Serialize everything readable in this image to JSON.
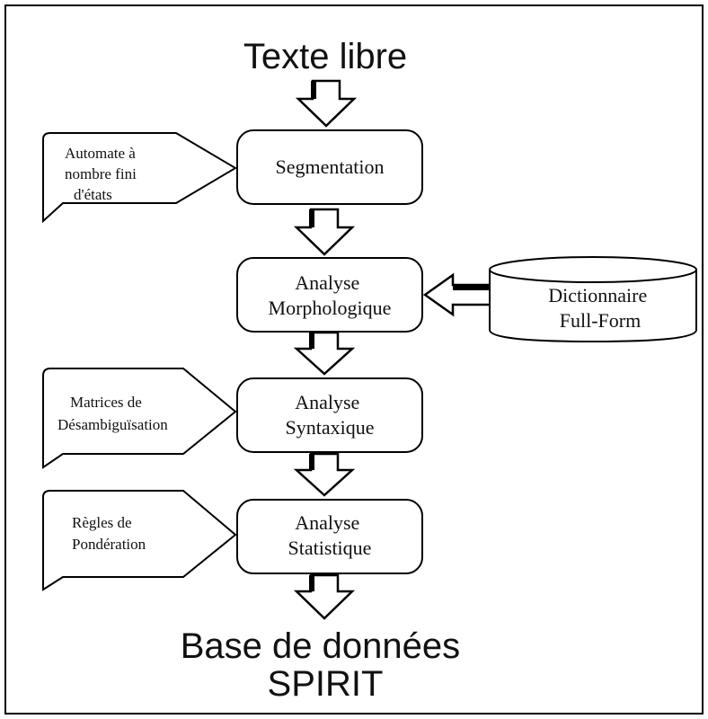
{
  "title_top": "Texte libre",
  "title_bottom": [
    "Base de données",
    "SPIRIT"
  ],
  "steps": [
    {
      "id": "segmentation",
      "lines": [
        "Segmentation"
      ]
    },
    {
      "id": "morphologique",
      "lines": [
        "Analyse",
        "Morphologique"
      ]
    },
    {
      "id": "syntaxique",
      "lines": [
        "Analyse",
        "Syntaxique"
      ]
    },
    {
      "id": "statistique",
      "lines": [
        "Analyse",
        "Statistique"
      ]
    }
  ],
  "side_inputs": [
    {
      "id": "automate",
      "lines": [
        "Automate à",
        "nombre fini",
        "d'états"
      ]
    },
    {
      "id": "matrices",
      "lines": [
        "Matrices de",
        "Désambiguïsation"
      ]
    },
    {
      "id": "regles",
      "lines": [
        "Règles de",
        "Pondération"
      ]
    }
  ],
  "database": {
    "lines": [
      "Dictionnaire",
      "Full-Form"
    ]
  }
}
